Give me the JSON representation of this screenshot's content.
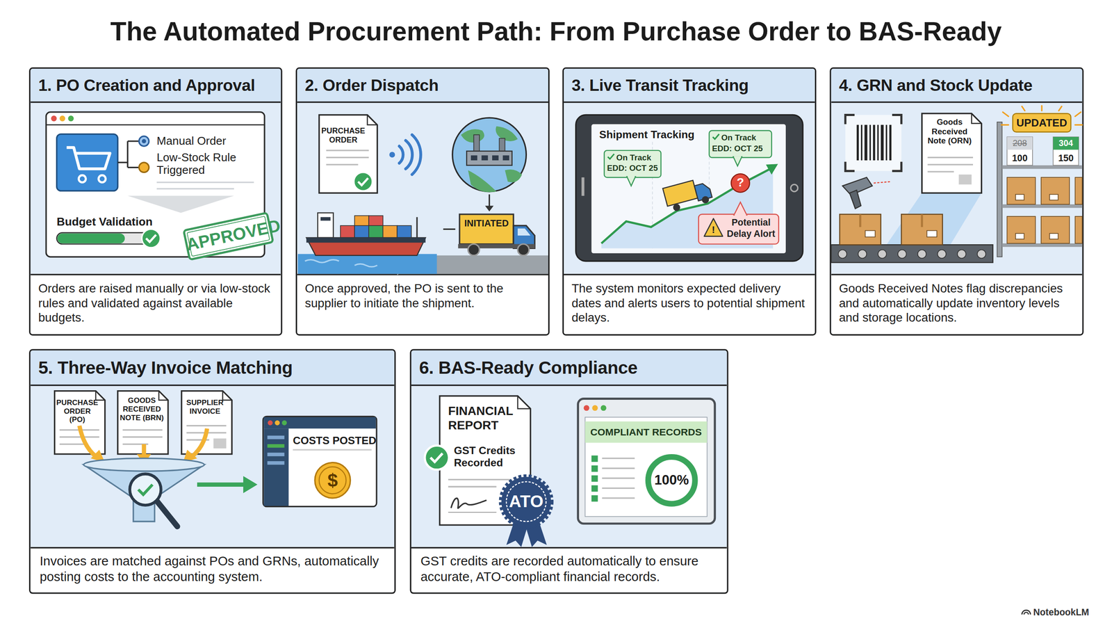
{
  "diagram": {
    "title": "The Automated Procurement Path: From Purchase Order to BAS-Ready",
    "nodes": [
      {
        "text": [
          "1. PO Creation and Approval",
          "Orders are raised manually or via low-stock rules and validated against available budgets."
        ]
      },
      {
        "text": [
          "2. Order Dispatch",
          "Once approved, the PO is sent to the supplier to initiate the shipment."
        ]
      },
      {
        "text": [
          "3. Live Transit Tracking",
          "The system monitors expected delivery dates and alerts users to potential shipment delays."
        ]
      },
      {
        "text": [
          "4. GRN and Stock Update",
          "Goods Received Notes flag discrepancies and automatically update inventory levels and storage locations."
        ]
      },
      {
        "text": [
          "5. Three-Way Invoice Matching",
          "Invoices are matched against POs and GRNs, automatically posting costs to the accounting system."
        ]
      },
      {
        "text": [
          "6. BAS-Ready Compliance",
          "GST credits are recorded automatically to ensure accurate, ATO-compliant financial records."
        ]
      }
    ],
    "labels": [
      "Manual Order",
      "Low-Stock Rule Triggered",
      "Budget Validation",
      "APPROVED",
      "PURCHASE ORDER",
      "INITIATED",
      "Shipment Tracking",
      "On Track EDD: OCT 25",
      "On Track EDD: OCT 25",
      "?",
      "!",
      "Potential Delay Alort",
      "UPDATED",
      "208",
      "100",
      "304",
      "150",
      "Goods Received Note (ORN)",
      "PURCHASE ORDER (PO)",
      "GOODS RECEIVED NOTE (BRN)",
      "SUPPLIER INVOICE",
      "COSTS POSTED",
      "$",
      "FINANCIAL REPORT",
      "GST Credits Recorded",
      "ATO",
      "COMPLIANT RECORDS",
      "100%",
      "NotebookLM"
    ]
  }
}
